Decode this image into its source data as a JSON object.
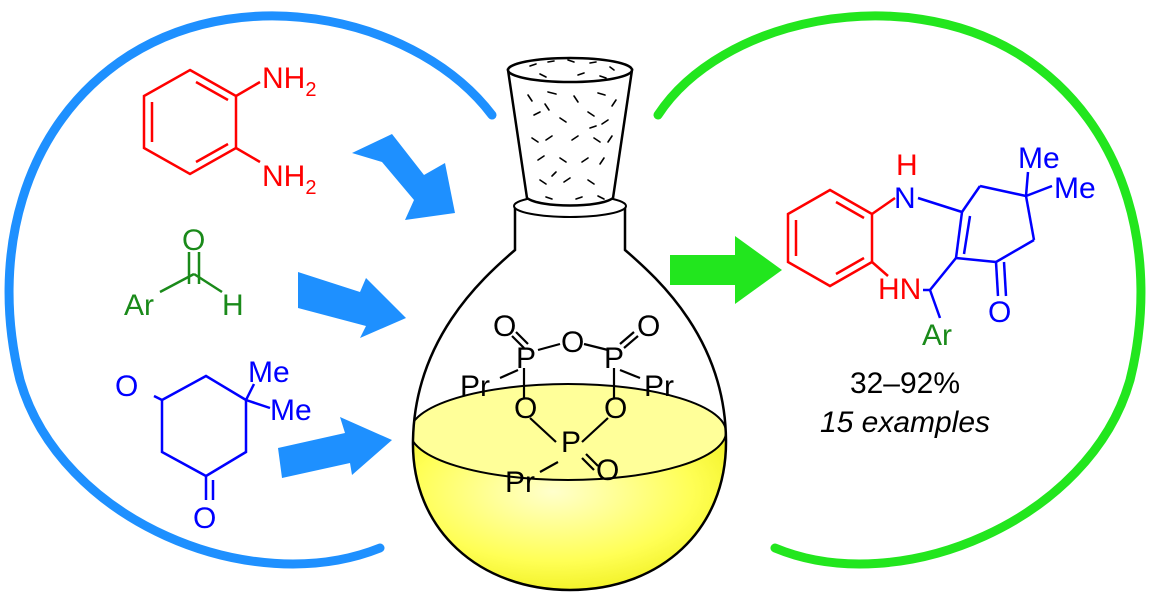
{
  "colors": {
    "reactant_diamine": "#ff0000",
    "reactant_aldehyde": "#1a8a1a",
    "reactant_dione": "#0000ff",
    "left_arc": "#1e90ff",
    "right_arc": "#22e61e",
    "reactant_arrows": "#1e90ff",
    "product_arrow": "#22e61e",
    "flask_liquid": "#ffff33"
  },
  "diamine": {
    "nh2_top": "NH",
    "nh2_bottom": "NH",
    "sub": "2"
  },
  "aldehyde": {
    "o": "O",
    "ar": "Ar",
    "h": "H"
  },
  "dione": {
    "o_top": "O",
    "o_bottom": "O",
    "me1": "Me",
    "me2": "Me"
  },
  "t3p": {
    "o1": "O",
    "o2": "O",
    "o3": "O",
    "p1": "P",
    "p2": "P",
    "p3": "P",
    "ring_o1": "O",
    "ring_o2": "O",
    "ring_o3": "O",
    "pr1": "Pr",
    "pr2": "Pr",
    "pr3": "Pr"
  },
  "product": {
    "h": "H",
    "hn": "HN",
    "ar": "Ar",
    "o": "O",
    "me1": "Me",
    "me2": "Me"
  },
  "result": {
    "yield": "32–92%",
    "examples": "15 examples"
  }
}
